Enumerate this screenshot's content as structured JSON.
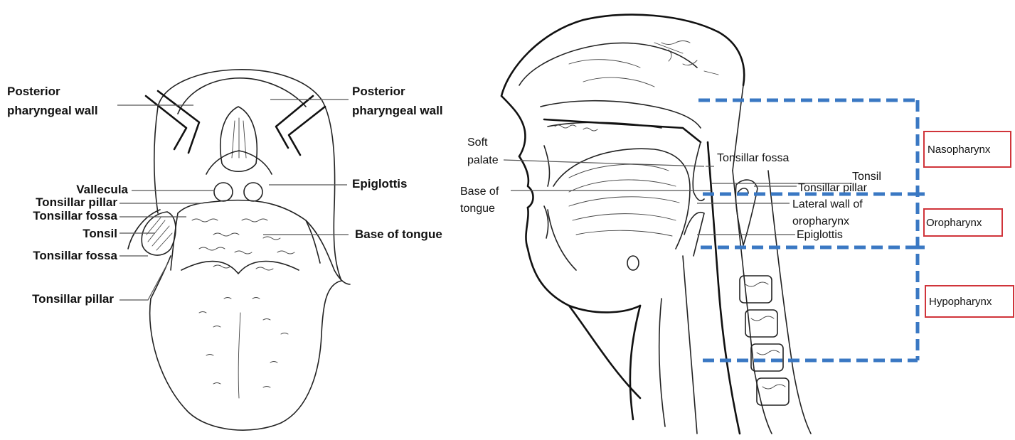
{
  "left_figure": {
    "labels": {
      "posterior_wall_left": [
        "Posterior",
        "pharyngeal wall"
      ],
      "posterior_wall_right": [
        "Posterior",
        "pharyngeal wall"
      ],
      "vallecula": "Vallecula",
      "tonsillar_pillar_upper": "Tonsillar pillar",
      "tonsillar_fossa_upper": "Tonsillar fossa",
      "tonsil": "Tonsil",
      "tonsillar_fossa_lower": "Tonsillar fossa",
      "tonsillar_pillar_lower": "Tonsillar pillar",
      "epiglottis": "Epiglottis",
      "base_of_tongue": "Base of tongue"
    }
  },
  "right_figure": {
    "labels": {
      "soft_palate": [
        "Soft",
        "palate"
      ],
      "base_of_tongue": [
        "Base of",
        "tongue"
      ],
      "tonsillar_fossa": "Tonsillar fossa",
      "tonsil": "Tonsil",
      "tonsillar_pillar": "Tonsillar pillar",
      "lateral_wall": [
        "Lateral wall of",
        "oropharynx"
      ],
      "epiglottis": "Epiglottis"
    },
    "regions": {
      "nasopharynx": "Nasopharynx",
      "oropharynx": "Oropharynx",
      "hypopharynx": "Hypopharynx"
    }
  },
  "colors": {
    "region_dash": "#3a78c3",
    "region_box_border": "#d0343a",
    "ink": "#222222"
  }
}
